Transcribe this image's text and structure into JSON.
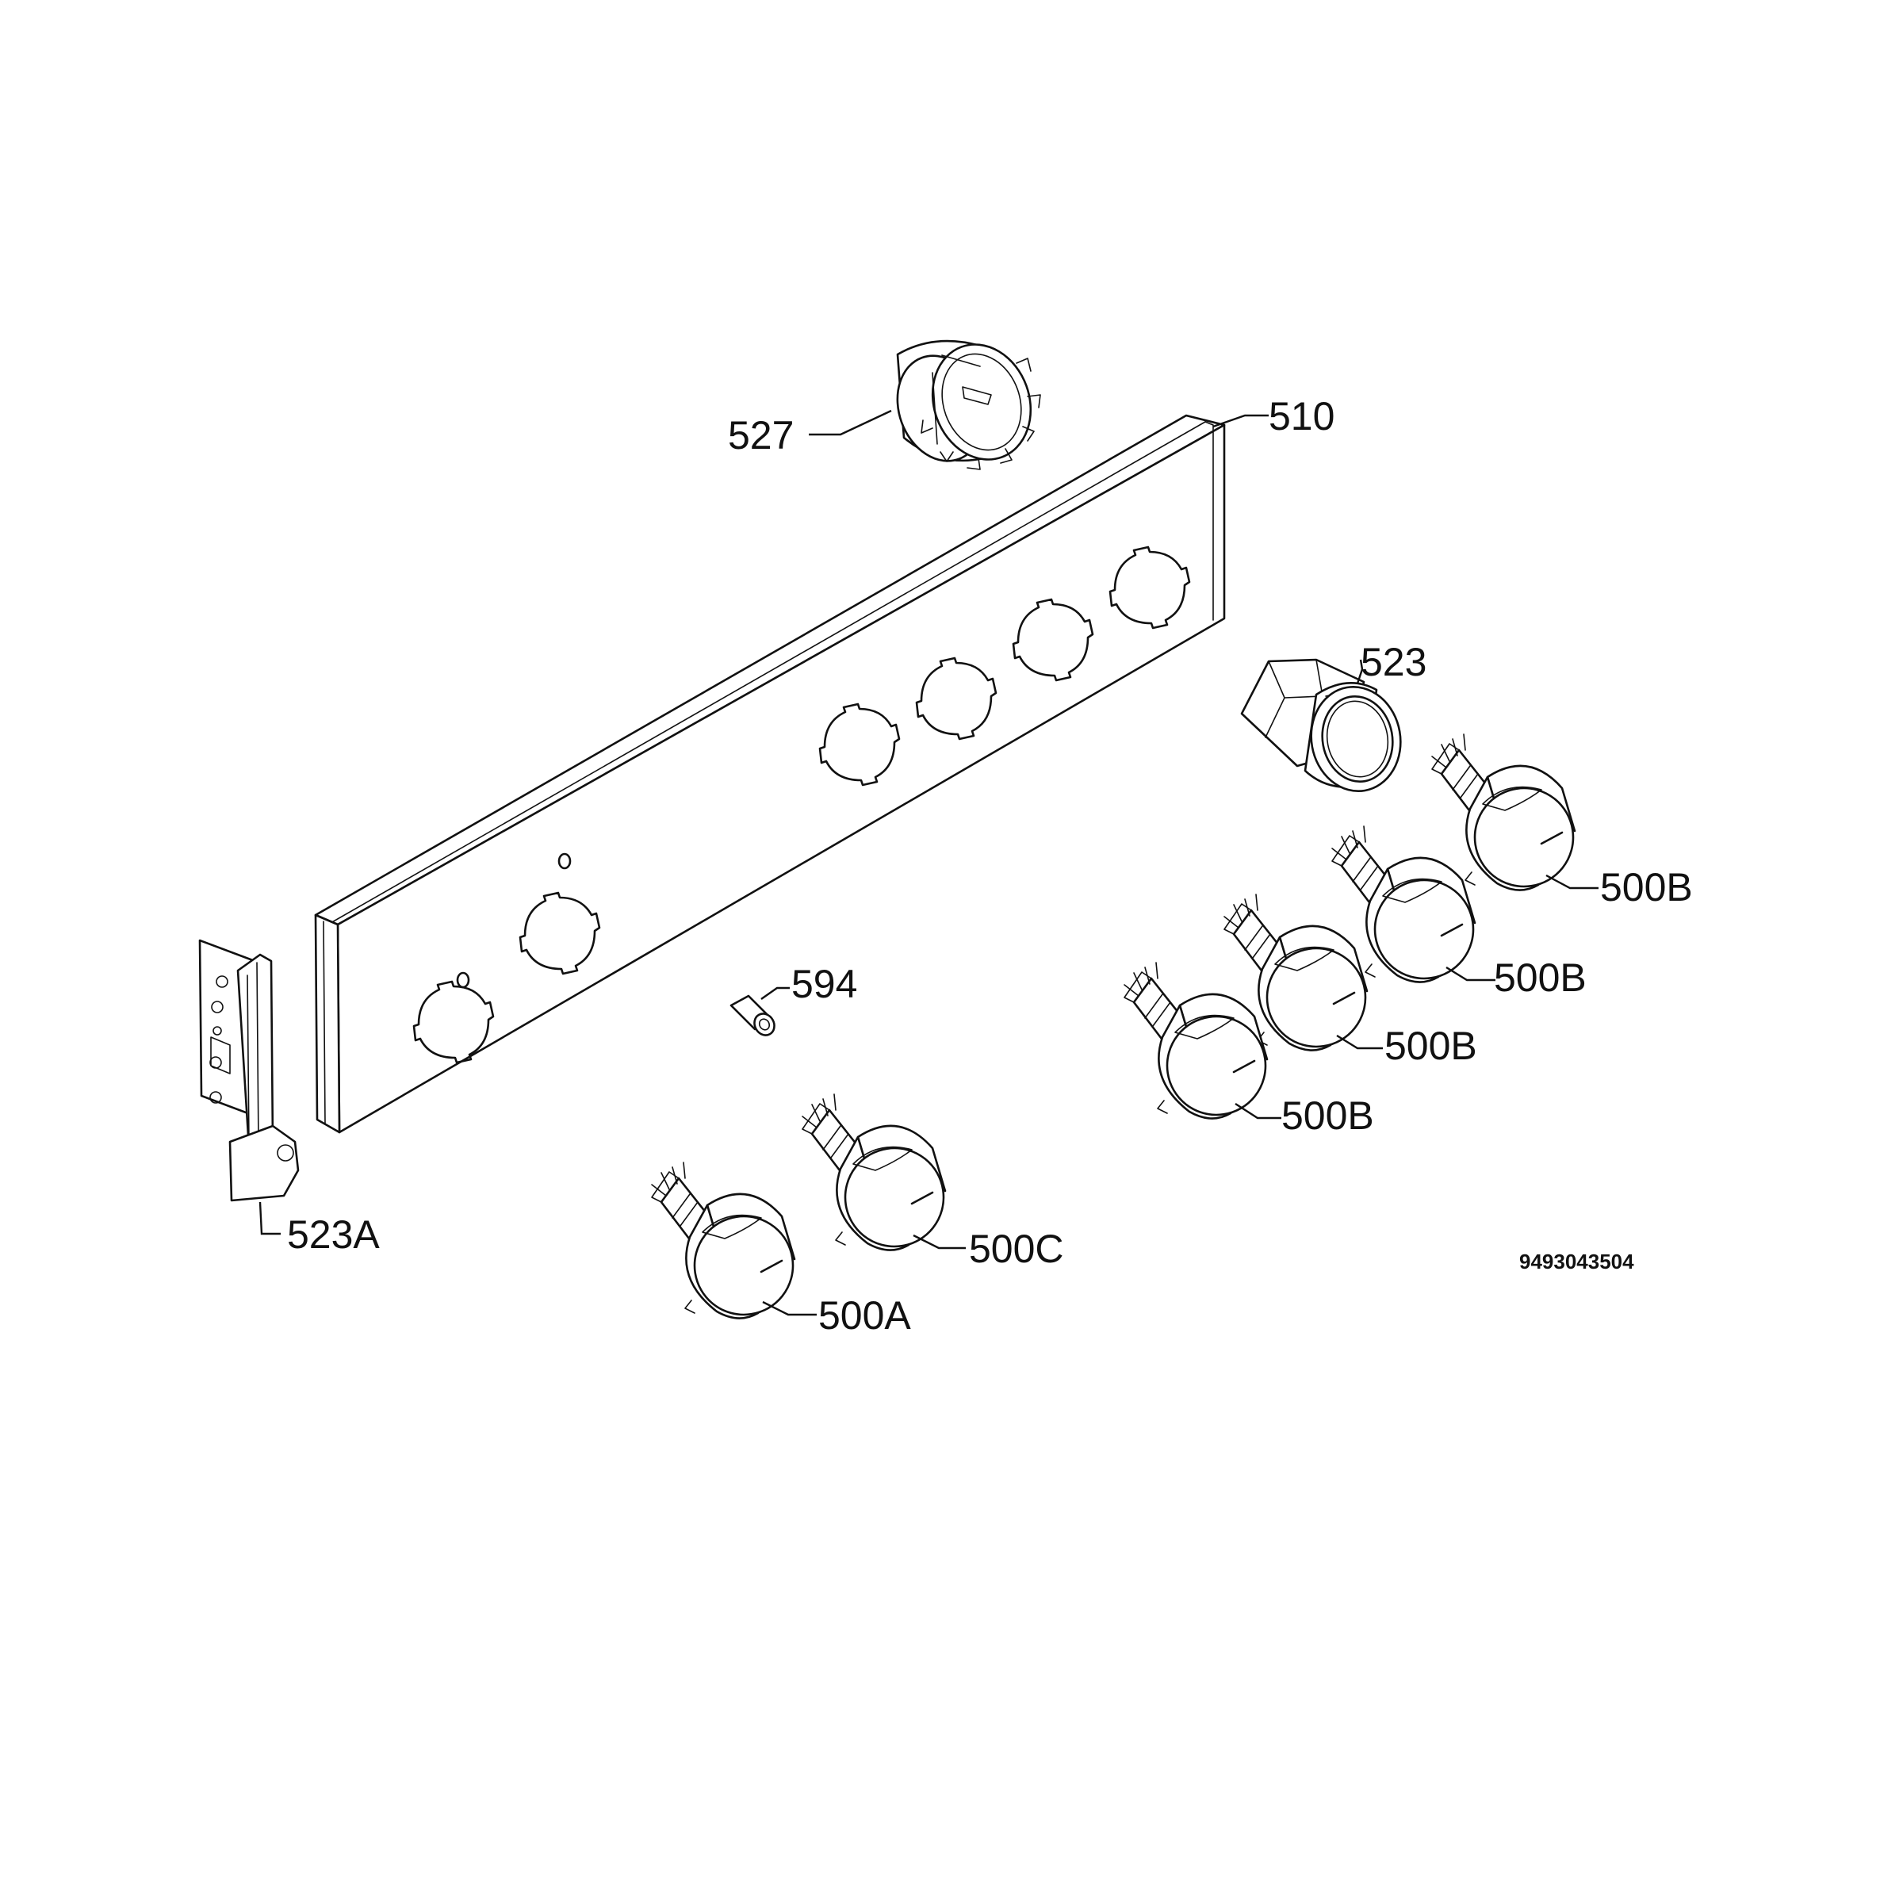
{
  "labels": {
    "l527": "527",
    "l510": "510",
    "l523": "523",
    "l500b_1": "500B",
    "l500b_2": "500B",
    "l500b_3": "500B",
    "l500b_4": "500B",
    "l594": "594",
    "l523a": "523A",
    "l500c": "500C",
    "l500a": "500A"
  },
  "document_number": "9493043504"
}
